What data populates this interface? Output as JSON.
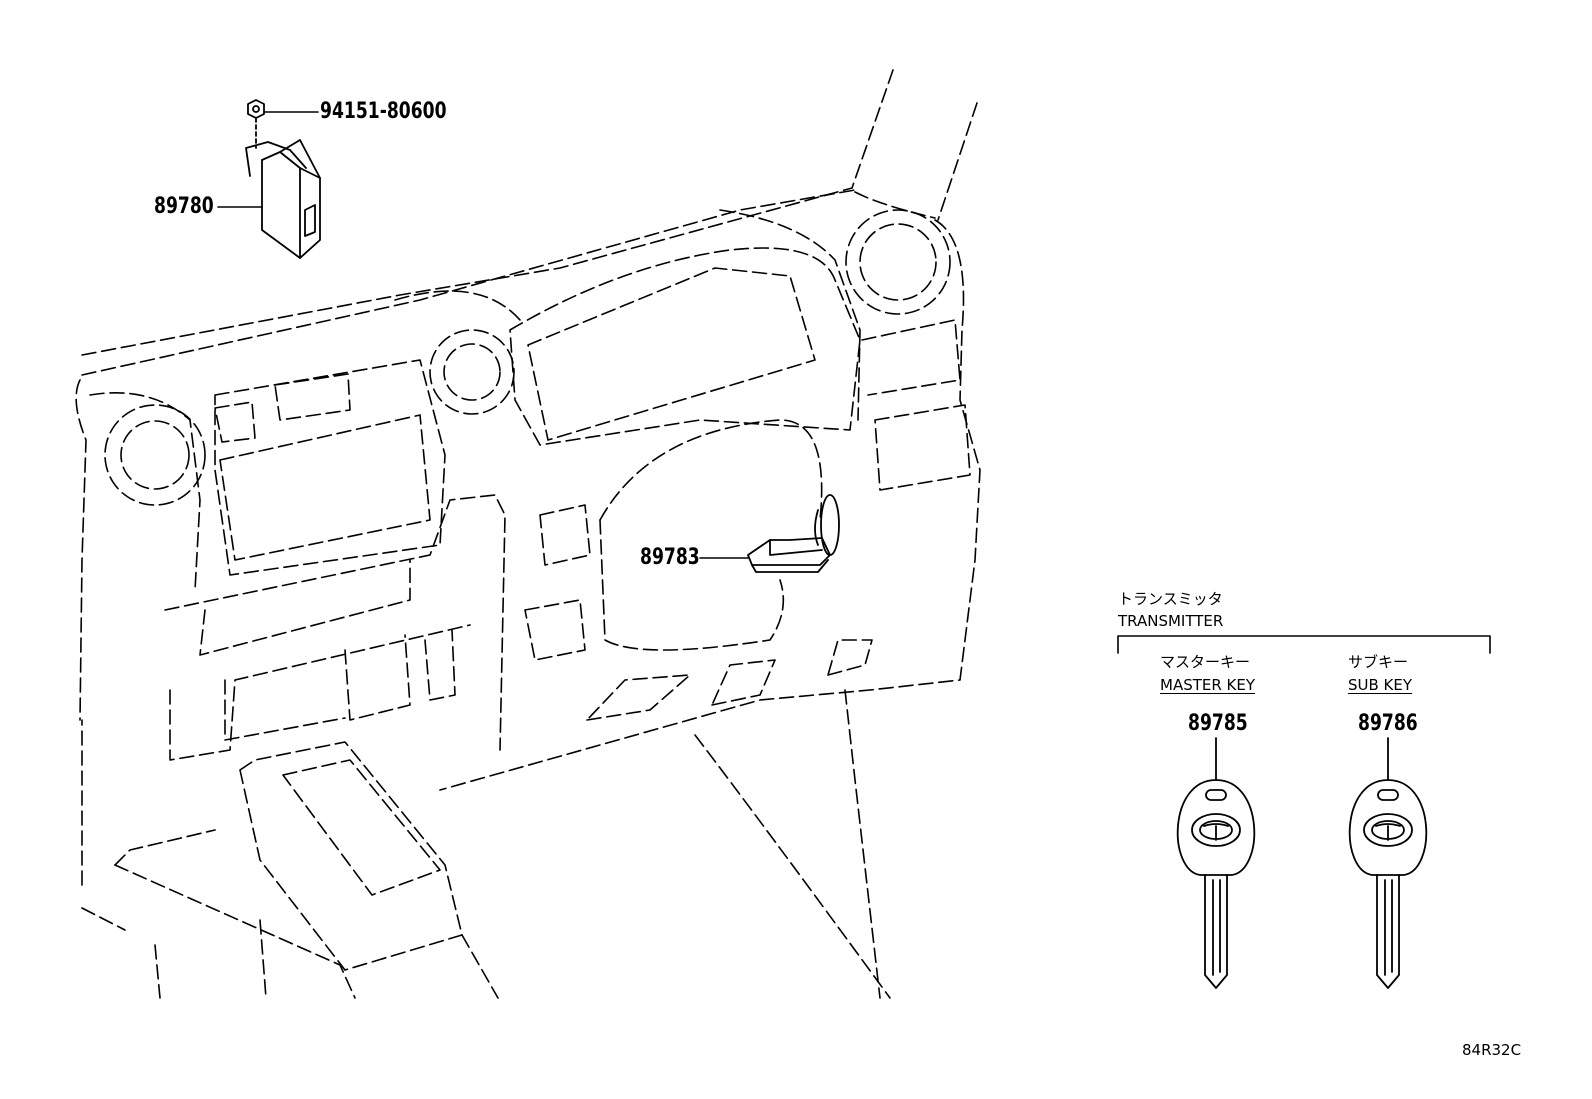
{
  "parts": {
    "nut": "94151-80600",
    "receiver": "89780",
    "immobiliser": "89783",
    "master_key": "89785",
    "sub_key": "89786"
  },
  "transmitter": {
    "heading_jp": "トランスミッタ",
    "heading_en": "TRANSMITTER",
    "master_jp": "マスターキー",
    "master_en": "MASTER KEY",
    "sub_jp": "サブキー",
    "sub_en": "SUB KEY"
  },
  "figure_code": "84R32C"
}
